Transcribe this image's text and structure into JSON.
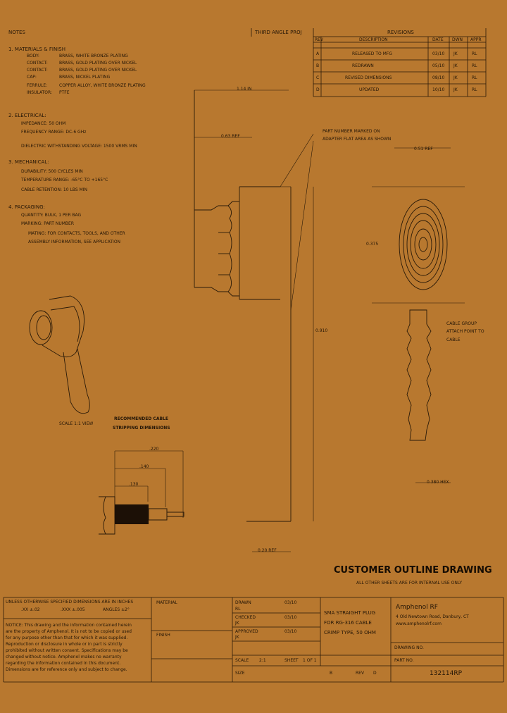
{
  "notes": {
    "heading": "NOTES",
    "material_title": "1. MATERIALS & FINISH",
    "materials": [
      {
        "label": "BODY:",
        "value": "BRASS, WHITE BRONZE PLATING"
      },
      {
        "label": "CONTACT:",
        "value": "BRASS, GOLD PLATING OVER NICKEL"
      },
      {
        "label": "CONTACT:",
        "value": "BRASS, GOLD PLATING OVER NICKEL"
      },
      {
        "label": "CAP:",
        "value": "BRASS, NICKEL PLATING"
      },
      {
        "label": "FERRULE:",
        "value": "COPPER ALLOY, WHITE BRONZE PLATING"
      },
      {
        "label": "INSULATOR:",
        "value": "PTFE"
      }
    ],
    "electrical_title": "2. ELECTRICAL:",
    "electrical": [
      "IMPEDANCE: 50 OHM",
      "FREQUENCY RANGE: DC-6 GHz",
      "DIELECTRIC WITHSTANDING VOLTAGE: 1500 VRMS MIN"
    ],
    "mechanical_title": "3. MECHANICAL:",
    "mechanical": [
      "DURABILITY: 500 CYCLES MIN",
      "TEMPERATURE RANGE: -65°C TO +165°C",
      "CABLE RETENTION: 10 LBS MIN"
    ],
    "packaging_title": "4. PACKAGING:",
    "packaging": [
      "QUANTITY: BULK, 1 PER BAG",
      "MARKING: PART NUMBER",
      "MATING: FOR CONTACTS, TOOLS, AND OTHER",
      "ASSEMBLY INFORMATION, SEE APPLICATION"
    ]
  },
  "revisions": {
    "title": "REVISIONS",
    "header_note": "THIRD ANGLE PROJ",
    "columns": [
      "REV",
      "DESCRIPTION",
      "DATE",
      "DWN",
      "APPR"
    ],
    "rows": [
      {
        "rev": "A",
        "desc": "RELEASED TO MFG",
        "date": "03/10",
        "dwn": "JK",
        "appr": "RL"
      },
      {
        "rev": "B",
        "desc": "REDRAWN",
        "date": "05/10",
        "dwn": "JK",
        "appr": "RL"
      },
      {
        "rev": "C",
        "desc": "REVISED DIMENSIONS",
        "date": "08/10",
        "dwn": "JK",
        "appr": "RL"
      },
      {
        "rev": "D",
        "desc": "UPDATED",
        "date": "10/10",
        "dwn": "JK",
        "appr": "RL"
      }
    ]
  },
  "dimensions": {
    "top_width": "1.14 IN",
    "upper": "0.63 REF",
    "marking_callout": [
      "PART NUMBER MARKED ON",
      "ADAPTER FLAT AREA AS SHOWN"
    ],
    "right_top": "0.51 REF",
    "right_side": "0.375",
    "height": "0.910",
    "bottom": "0.20 REF",
    "cable_callout": [
      "CABLE GROUP",
      "ATTACH POINT TO",
      "CABLE"
    ],
    "hex": "0.380 HEX"
  },
  "view_label": "SCALE 1:1 VIEW",
  "stripping": {
    "title": [
      "RECOMMENDED CABLE",
      "STRIPPING DIMENSIONS"
    ],
    "dims": [
      ".220",
      ".140",
      ".130"
    ]
  },
  "drawing_title": "CUSTOMER OUTLINE DRAWING",
  "drawing_subtitle": "ALL OTHER SHEETS ARE FOR INTERNAL USE ONLY",
  "title_block": {
    "tolerance_header": "UNLESS OTHERWISE SPECIFIED DIMENSIONS ARE IN INCHES",
    "tolerances": [
      ".XX ±.02",
      ".XXX ±.005",
      "ANGLES ±2°"
    ],
    "material": "MATERIAL",
    "finish": "FINISH",
    "disclaimer": [
      "NOTICE: This drawing and the information contained herein",
      "are the property of Amphenol. It is not to be copied or used",
      "for any purpose other than that for which it was supplied.",
      "Reproduction or disclosure in whole or in part is strictly",
      "prohibited without written consent. Specifications may be",
      "changed without notice. Amphenol makes no warranty",
      "regarding the information contained in this document.",
      "Dimensions are for reference only and subject to change."
    ],
    "drawn": "DRAWN",
    "checked": "CHECKED",
    "approved": "APPROVED",
    "drawn_by": "RL",
    "drawn_date": "03/10",
    "checked_by": "JK",
    "checked_date": "03/10",
    "approved_by": "JK",
    "approved_date": "03/10",
    "description": [
      "SMA STRAIGHT PLUG",
      "FOR RG-316 CABLE",
      "CRIMP TYPE, 50 OHM"
    ],
    "company": "Amphenol RF",
    "address": [
      "4 Old Newtown Road, Danbury, CT",
      "www.amphenolrf.com"
    ],
    "drawing_no_label": "DRAWING NO.",
    "scale_label": "SCALE",
    "scale": "2:1",
    "sheet_label": "SHEET",
    "sheet": "1 OF 1",
    "size_label": "SIZE",
    "size": "B",
    "rev_label": "REV",
    "rev": "D",
    "part_no": "132114RP",
    "part_label": "PART NO."
  }
}
